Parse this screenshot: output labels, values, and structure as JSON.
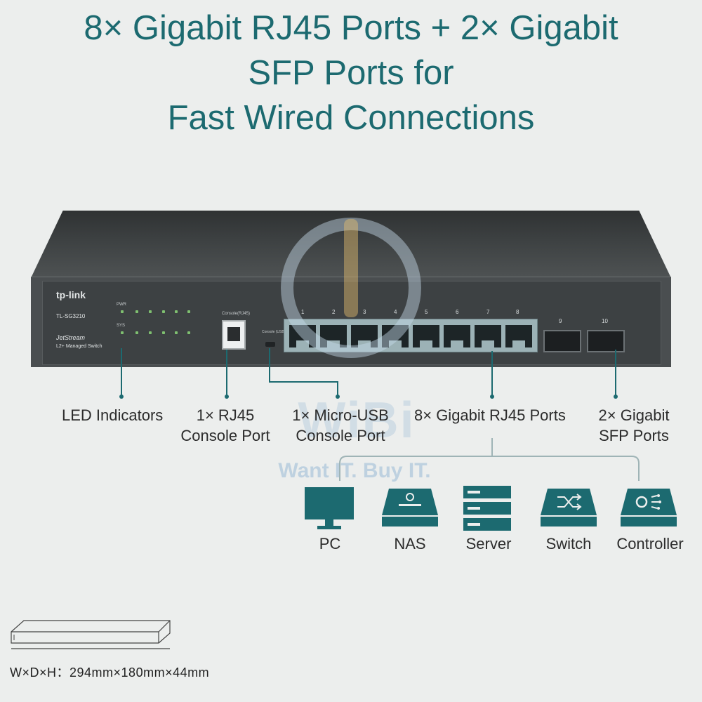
{
  "title": {
    "line1": "8× Gigabit RJ45 Ports + 2× Gigabit",
    "line2": "SFP Ports for",
    "line3": "Fast Wired Connections"
  },
  "switch": {
    "brand": "tp-link",
    "model": "TL-SG3210",
    "stream": "JetStream",
    "type": "L2+ Managed Switch",
    "led_labels": [
      "PWR",
      "SYS"
    ],
    "console_rj45_label": "Console(RJ45)",
    "console_usb_label": "Console (USB)",
    "port_numbers": [
      "1",
      "2",
      "3",
      "4",
      "5",
      "6",
      "7",
      "8",
      "9",
      "10"
    ]
  },
  "callouts": {
    "led": "LED Indicators",
    "rj45_console_1": "1× RJ45",
    "rj45_console_2": "Console Port",
    "usb_console_1": "1× Micro-USB",
    "usb_console_2": "Console Port",
    "gigabit_rj45": "8× Gigabit RJ45 Ports",
    "sfp_1": "2× Gigabit",
    "sfp_2": "SFP Ports"
  },
  "watermark": {
    "logo": "WiBi",
    "tagline": "Want IT. Buy IT."
  },
  "devices": [
    {
      "label": "PC",
      "icon": "pc-icon"
    },
    {
      "label": "NAS",
      "icon": "nas-icon"
    },
    {
      "label": "Server",
      "icon": "server-icon"
    },
    {
      "label": "Switch",
      "icon": "switch-icon"
    },
    {
      "label": "Controller",
      "icon": "controller-icon"
    }
  ],
  "dimensions": "W×D×H：294mm×180mm×44mm",
  "colors": {
    "accent": "#1c6a70",
    "background": "#eceeed",
    "device_body": "#3d4143"
  }
}
